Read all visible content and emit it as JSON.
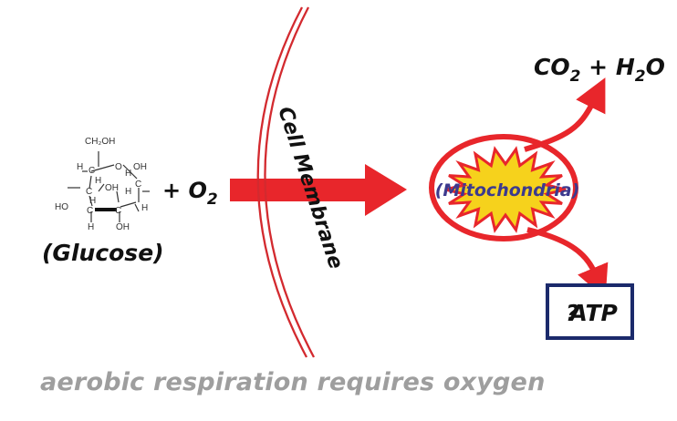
{
  "glucose": {
    "label": "(Glucose)",
    "atoms": {
      "ch2oh": "CH₂OH",
      "h_top_left": "H",
      "c_top_left": "C",
      "h_top_inner": "H",
      "o_ring": "O",
      "h_right": "H",
      "c_right": "C",
      "oh_right": "OH",
      "c_left": "C",
      "ho_left": "HO",
      "oh_inner": "OH",
      "h_inner_right": "H",
      "h_bottom_left": "H",
      "oh_bottom": "OH",
      "c_bottom_left": "C",
      "c_bottom_right": "C",
      "h_far_right": "H",
      "h_far_left": "H"
    }
  },
  "oxygen": {
    "label": "+ O",
    "sub": "2"
  },
  "membrane": {
    "label": "Cell Membrane"
  },
  "mitochondria": {
    "label": "(Mitochondria)"
  },
  "products": {
    "co2": "CO",
    "co2_sub": "2",
    "plus": " + ",
    "h2o_h": "H",
    "h2o_sub": "2",
    "h2o_o": "O",
    "atp_prefix": "?",
    "atp": "ATP"
  },
  "caption": "aerobic respiration requires oxygen",
  "colors": {
    "arrow": "#e8262b",
    "membrane": "#d32a2f",
    "burst": "#f6d21c",
    "mito_label": "#3c3a8e",
    "atp_box": "#1b2a6b",
    "caption": "#9e9e9e"
  }
}
